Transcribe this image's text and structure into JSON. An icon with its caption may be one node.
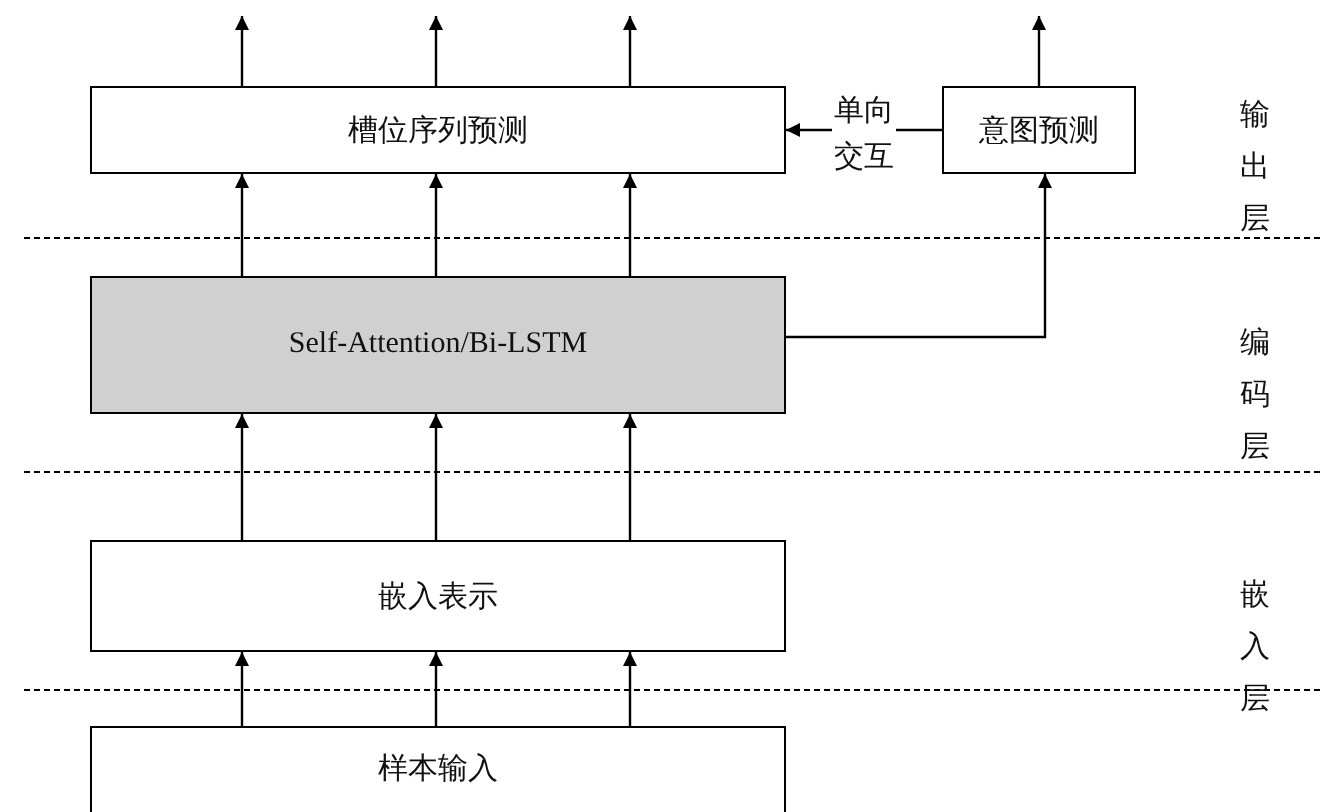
{
  "diagram": {
    "nodes": [
      {
        "text": [
          "槽位序列预测"
        ]
      },
      {
        "text": [
          "意图预测"
        ]
      },
      {
        "text": [
          "Self-Attention/Bi-LSTM"
        ]
      },
      {
        "text": [
          "嵌入表示"
        ]
      },
      {
        "text": [
          "样本输入"
        ]
      }
    ],
    "edges": [
      {
        "from": 0,
        "to": null,
        "arrow": "to"
      },
      {
        "from": 0,
        "to": null,
        "arrow": "to"
      },
      {
        "from": 0,
        "to": null,
        "arrow": "to"
      },
      {
        "from": 1,
        "to": null,
        "arrow": "to"
      },
      {
        "from": 1,
        "to": 0,
        "arrow": "to",
        "label": "单向交互"
      },
      {
        "from": 2,
        "to": 0,
        "arrow": "to"
      },
      {
        "from": 2,
        "to": 0,
        "arrow": "to"
      },
      {
        "from": 2,
        "to": 0,
        "arrow": "to"
      },
      {
        "from": 2,
        "to": 1,
        "arrow": "to"
      },
      {
        "from": 3,
        "to": 2,
        "arrow": "to"
      },
      {
        "from": 3,
        "to": 2,
        "arrow": "to"
      },
      {
        "from": 3,
        "to": 2,
        "arrow": "to"
      },
      {
        "from": 4,
        "to": 3,
        "arrow": "to"
      },
      {
        "from": 4,
        "to": 3,
        "arrow": "to"
      },
      {
        "from": 4,
        "to": 3,
        "arrow": "to"
      }
    ],
    "labels": [
      "输出层",
      "编码层",
      "嵌入层"
    ]
  }
}
